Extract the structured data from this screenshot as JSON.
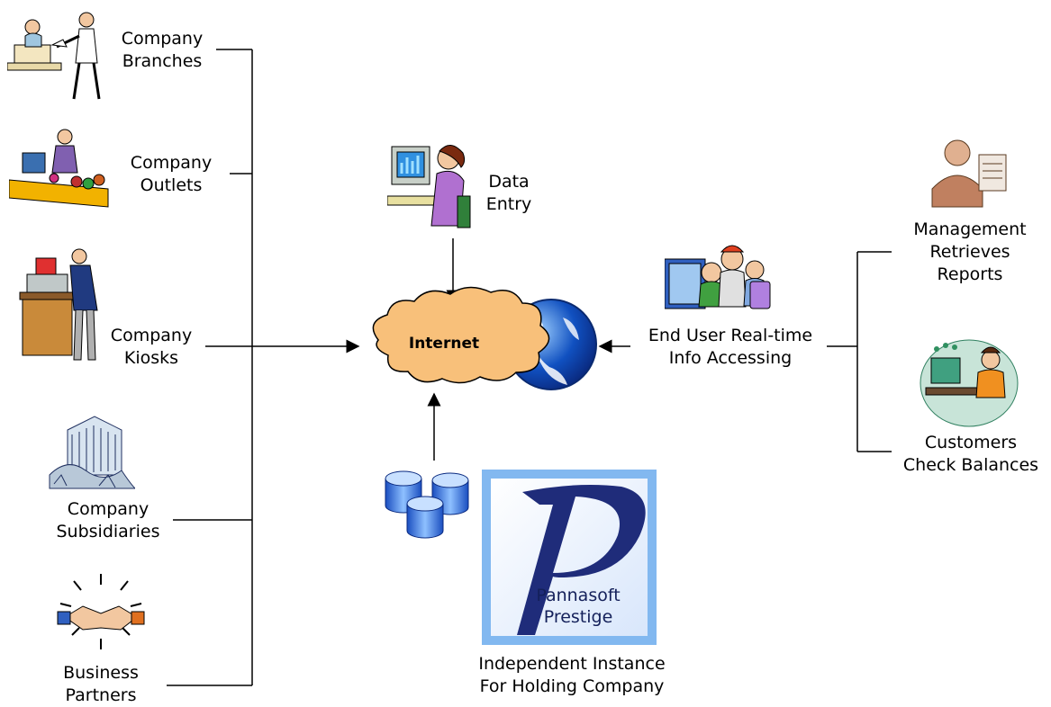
{
  "left_nodes": [
    {
      "line1": "Company",
      "line2": "Branches",
      "icon": "clerk-customer-icon"
    },
    {
      "line1": "Company",
      "line2": "Outlets",
      "icon": "shop-counter-icon"
    },
    {
      "line1": "Company",
      "line2": "Kiosks",
      "icon": "kiosk-terminal-icon"
    },
    {
      "line1": "Company",
      "line2": "Subsidiaries",
      "icon": "buildings-icon"
    },
    {
      "line1": "Business",
      "line2": "Partners",
      "icon": "handshake-icon"
    }
  ],
  "center": {
    "internet_label": "Internet",
    "icon": "globe-icon"
  },
  "data_entry": {
    "line1": "Data",
    "line2": "Entry",
    "icon": "computer-user-icon"
  },
  "end_user": {
    "line1": "End User Real-time",
    "line2": "Info Accessing",
    "icon": "users-devices-icon"
  },
  "right_nodes": [
    {
      "line1": "Management",
      "line2": "Retrieves",
      "line3": "Reports",
      "icon": "manager-icon"
    },
    {
      "line1": "Customers",
      "line2": "Check Balances",
      "icon": "customer-computer-icon"
    }
  ],
  "bottom": {
    "logo_line1": "Pannasoft",
    "logo_line2": "Prestige",
    "caption_line1": "Independent Instance",
    "caption_line2": "For Holding Company",
    "icon": "database-icon"
  }
}
